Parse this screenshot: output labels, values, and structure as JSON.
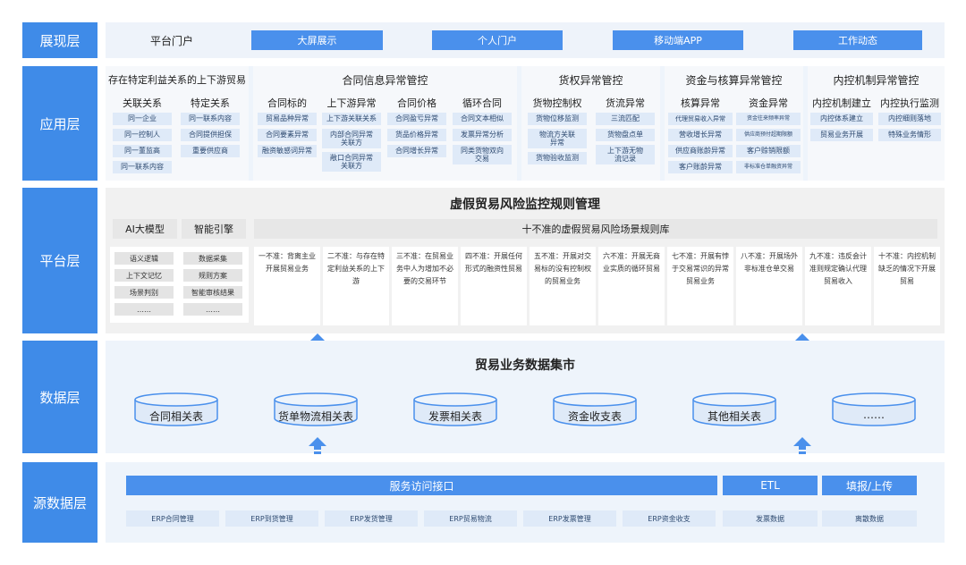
{
  "layers": {
    "presentation": "展现层",
    "application": "应用层",
    "platform": "平台层",
    "data": "数据层",
    "source": "源数据层"
  },
  "presentation": {
    "portal": "平台门户",
    "buttons": [
      "大屏展示",
      "个人门户",
      "移动端APP",
      "工作动态"
    ]
  },
  "application": {
    "groups": [
      {
        "title": "存在特定利益关系的上下游贸易",
        "columns": [
          {
            "title": "关联关系",
            "items": [
              "同一企业",
              "同一控制人",
              "同一董监高",
              "同一联系内容"
            ]
          },
          {
            "title": "特定关系",
            "items": [
              "同一联系内容",
              "合同提供担保",
              "重要供应商"
            ]
          }
        ]
      },
      {
        "title": "合同信息异常管控",
        "columns": [
          {
            "title": "合同标的",
            "items": [
              "贸易品种异常",
              "合同要素异常",
              "融资敏感词异常"
            ]
          },
          {
            "title": "上下游异常",
            "items": [
              "上下游关联关系",
              "内部合同异常关联方",
              "敞口合同异常关联方"
            ]
          },
          {
            "title": "合同价格",
            "items": [
              "合同盈亏异常",
              "货品价格异常",
              "合同增长异常"
            ]
          },
          {
            "title": "循环合同",
            "items": [
              "合同文本相似",
              "发票异常分析",
              "同类货物双向交易"
            ]
          }
        ]
      },
      {
        "title": "货权异常管控",
        "columns": [
          {
            "title": "货物控制权",
            "items": [
              "货物位移监测",
              "物流方关联异常",
              "货物验收监测"
            ]
          },
          {
            "title": "货流异常",
            "items": [
              "三流匹配",
              "货物盘点单",
              "上下游无物流记录"
            ]
          }
        ]
      },
      {
        "title": "资金与核算异常管控",
        "columns": [
          {
            "title": "核算异常",
            "items": [
              "代理贸易收入异常",
              "营收增长异常",
              "供应商账龄异常",
              "客户账龄异常"
            ]
          },
          {
            "title": "资金异常",
            "items": [
              "资金往来频率异常",
              "供应商预付超期限额",
              "客户赊销限额",
              "非标准仓单融资异常"
            ]
          }
        ]
      },
      {
        "title": "内控机制异常管控",
        "columns": [
          {
            "title": "内控机制建立",
            "items": [
              "内控体系建立",
              "贸易业务开展"
            ]
          },
          {
            "title": "内控执行监测",
            "items": [
              "内控细则落地",
              "特殊业务情形"
            ]
          }
        ]
      }
    ]
  },
  "platform": {
    "title": "虚假贸易风险监控规则管理",
    "ai": {
      "title": "AI大模型",
      "items": [
        "语义逻辑",
        "上下文记忆",
        "场景判别",
        "……"
      ]
    },
    "engine": {
      "title": "智能引擎",
      "items": [
        "数据采集",
        "规则方案",
        "智能审核结果",
        "……"
      ]
    },
    "rules_title": "十不准的虚假贸易风险场景规则库",
    "rules": [
      "一不准：背离主业开展贸易业务",
      "二不准：与存在特定利益关系的上下游",
      "三不准：在贸易业务中人为增加不必要的交易环节",
      "四不准：开展任何形式的融资性贸易",
      "五不准：开展对交易标的没有控制权的贸易业务",
      "六不准：开展无商业实质的循环贸易",
      "七不准：开展有悖于交易常识的异常贸易业务",
      "八不准：开展场外非标准仓单交易",
      "九不准：违反会计准则规定确认代理贸易收入",
      "十不准：内控机制缺乏的情况下开展贸易"
    ]
  },
  "data": {
    "title": "贸易业务数据集市",
    "tables": [
      "合同相关表",
      "货单物流相关表",
      "发票相关表",
      "资金收支表",
      "其他相关表",
      "……"
    ]
  },
  "source": {
    "service": "服务访问接口",
    "etl": "ETL",
    "upload": "填报/上传",
    "items": [
      "ERP合同管理",
      "ERP到货管理",
      "ERP发货管理",
      "ERP贸易物流",
      "ERP发票管理",
      "ERP资金收支",
      "发票数据",
      "离散数据"
    ]
  },
  "colors": {
    "layer": "#3f8be8",
    "button": "#4a90ec",
    "item_bg": "#dfeaf8",
    "panel_bg": "#eef4fb"
  }
}
